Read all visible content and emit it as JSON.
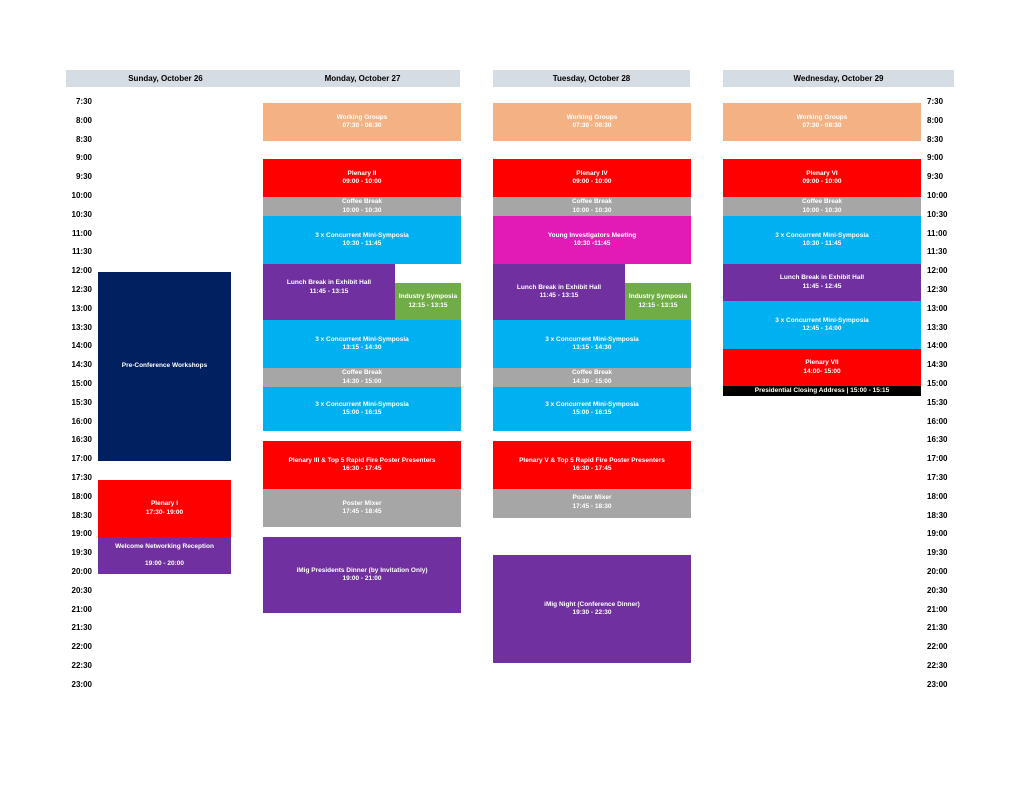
{
  "colors": {
    "header_bg": "#d6dce4",
    "working_groups": "#f4b183",
    "plenary": "#ff0000",
    "coffee_break": "#a6a6a6",
    "mini_symposia": "#00b0f0",
    "lunch_purple": "#7030a0",
    "industry_green": "#70ad47",
    "young_investigators": "#e21bb7",
    "workshops_navy": "#002060",
    "closing_black": "#000000"
  },
  "days": [
    "Sunday, October 26",
    "Monday, October 27",
    "Tuesday, October 28",
    "Wednesday, October 29"
  ],
  "times": [
    "7:30",
    "8:00",
    "8:30",
    "9:00",
    "9:30",
    "10:00",
    "10:30",
    "11:00",
    "11:30",
    "12:00",
    "12:30",
    "13:00",
    "13:30",
    "14:00",
    "14:30",
    "15:00",
    "15:30",
    "16:00",
    "16:30",
    "17:00",
    "17:30",
    "18:00",
    "18:30",
    "19:00",
    "19:30",
    "20:00",
    "20:30",
    "21:00",
    "21:30",
    "22:00",
    "22:30",
    "23:00"
  ],
  "sunday": {
    "workshops": {
      "title": "Pre-Conference Workshops"
    },
    "plenary1": {
      "title": "Plenary I",
      "time": "17:30- 19:00"
    },
    "reception": {
      "title": "Welcome Networking Reception",
      "time": "19:00 - 20:00"
    }
  },
  "monday": {
    "working_groups": {
      "title": "Working Groups",
      "time": "07:30 - 08:30"
    },
    "plenary2": {
      "title": "Plenary II",
      "time": "09:00 - 10:00"
    },
    "coffee1": {
      "title": "Coffee Break",
      "time": "10:00 - 10:30"
    },
    "mini1": {
      "title": "3 x Concurrent Mini-Symposia",
      "time": "10:30 - 11:45"
    },
    "lunch": {
      "title": "Lunch Break in Exhibit Hall",
      "time": "11:45 - 13:15"
    },
    "industry": {
      "title": "Industry Symposia",
      "time": "12:15 - 13:15"
    },
    "mini2": {
      "title": "3 x Concurrent Mini-Symposia",
      "time": "13:15 - 14:30"
    },
    "coffee2": {
      "title": "Coffee Break",
      "time": "14:30 - 15:00"
    },
    "mini3": {
      "title": "3 x Concurrent Mini-Symposia",
      "time": "15:00 - 16:15"
    },
    "plenary3": {
      "title": "Plenary III & Top 5 Rapid Fire Poster Presenters",
      "time": "16:30 - 17:45"
    },
    "poster_mixer": {
      "title": "Poster Mixer",
      "time": "17:45 - 18:45"
    },
    "dinner": {
      "title": "iMig Presidents Dinner (by Invitation Only)",
      "time": "19:00 - 21:00"
    }
  },
  "tuesday": {
    "working_groups": {
      "title": "Working Groups",
      "time": "07:30 - 08:30"
    },
    "plenary4": {
      "title": "Plenary IV",
      "time": "09:00 - 10:00"
    },
    "coffee1": {
      "title": "Coffee Break",
      "time": "10:00 - 10:30"
    },
    "young": {
      "title": "Young Investigators Meeting",
      "time": "10:30 -11:45"
    },
    "lunch": {
      "title": "Lunch Break in Exhibit Hall",
      "time": "11:45 - 13:15"
    },
    "industry": {
      "title": "Industry Symposia",
      "time": "12:15 - 13:15"
    },
    "mini2": {
      "title": "3 x Concurrent Mini-Symposia",
      "time": "13:15 - 14:30"
    },
    "coffee2": {
      "title": "Coffee Break",
      "time": "14:30 - 15:00"
    },
    "mini3": {
      "title": "3 x Concurrent Mini-Symposia",
      "time": "15:00 - 16:15"
    },
    "plenary5": {
      "title": "Plenary V & Top 5 Rapid Fire Poster Presenters",
      "time": "16:30 - 17:45"
    },
    "poster_mixer": {
      "title": "Poster Mixer",
      "time": "17:45 - 18:30"
    },
    "night": {
      "title": "iMig Night (Conference Dinner)",
      "time": "19:30 - 22:30"
    }
  },
  "wednesday": {
    "working_groups": {
      "title": "Working Groups",
      "time": "07:30 - 08:30"
    },
    "plenary6": {
      "title": "Plenary VI",
      "time": "09:00 - 10:00"
    },
    "coffee1": {
      "title": "Coffee Break",
      "time": "10:00 - 10:30"
    },
    "mini1": {
      "title": "3 x Concurrent Mini-Symposia",
      "time": "10:30 - 11:45"
    },
    "lunch": {
      "title": "Lunch Break in Exhibit Hall",
      "time": "11:45 - 12:45"
    },
    "mini2": {
      "title": "3 x Concurrent Mini-Symposia",
      "time": "12:45 - 14:00"
    },
    "plenary7": {
      "title": "Plenary VII",
      "time": "14:00- 15:00"
    },
    "closing": {
      "title": "Presidential Closing Address | 15:00 - 15:15"
    }
  }
}
